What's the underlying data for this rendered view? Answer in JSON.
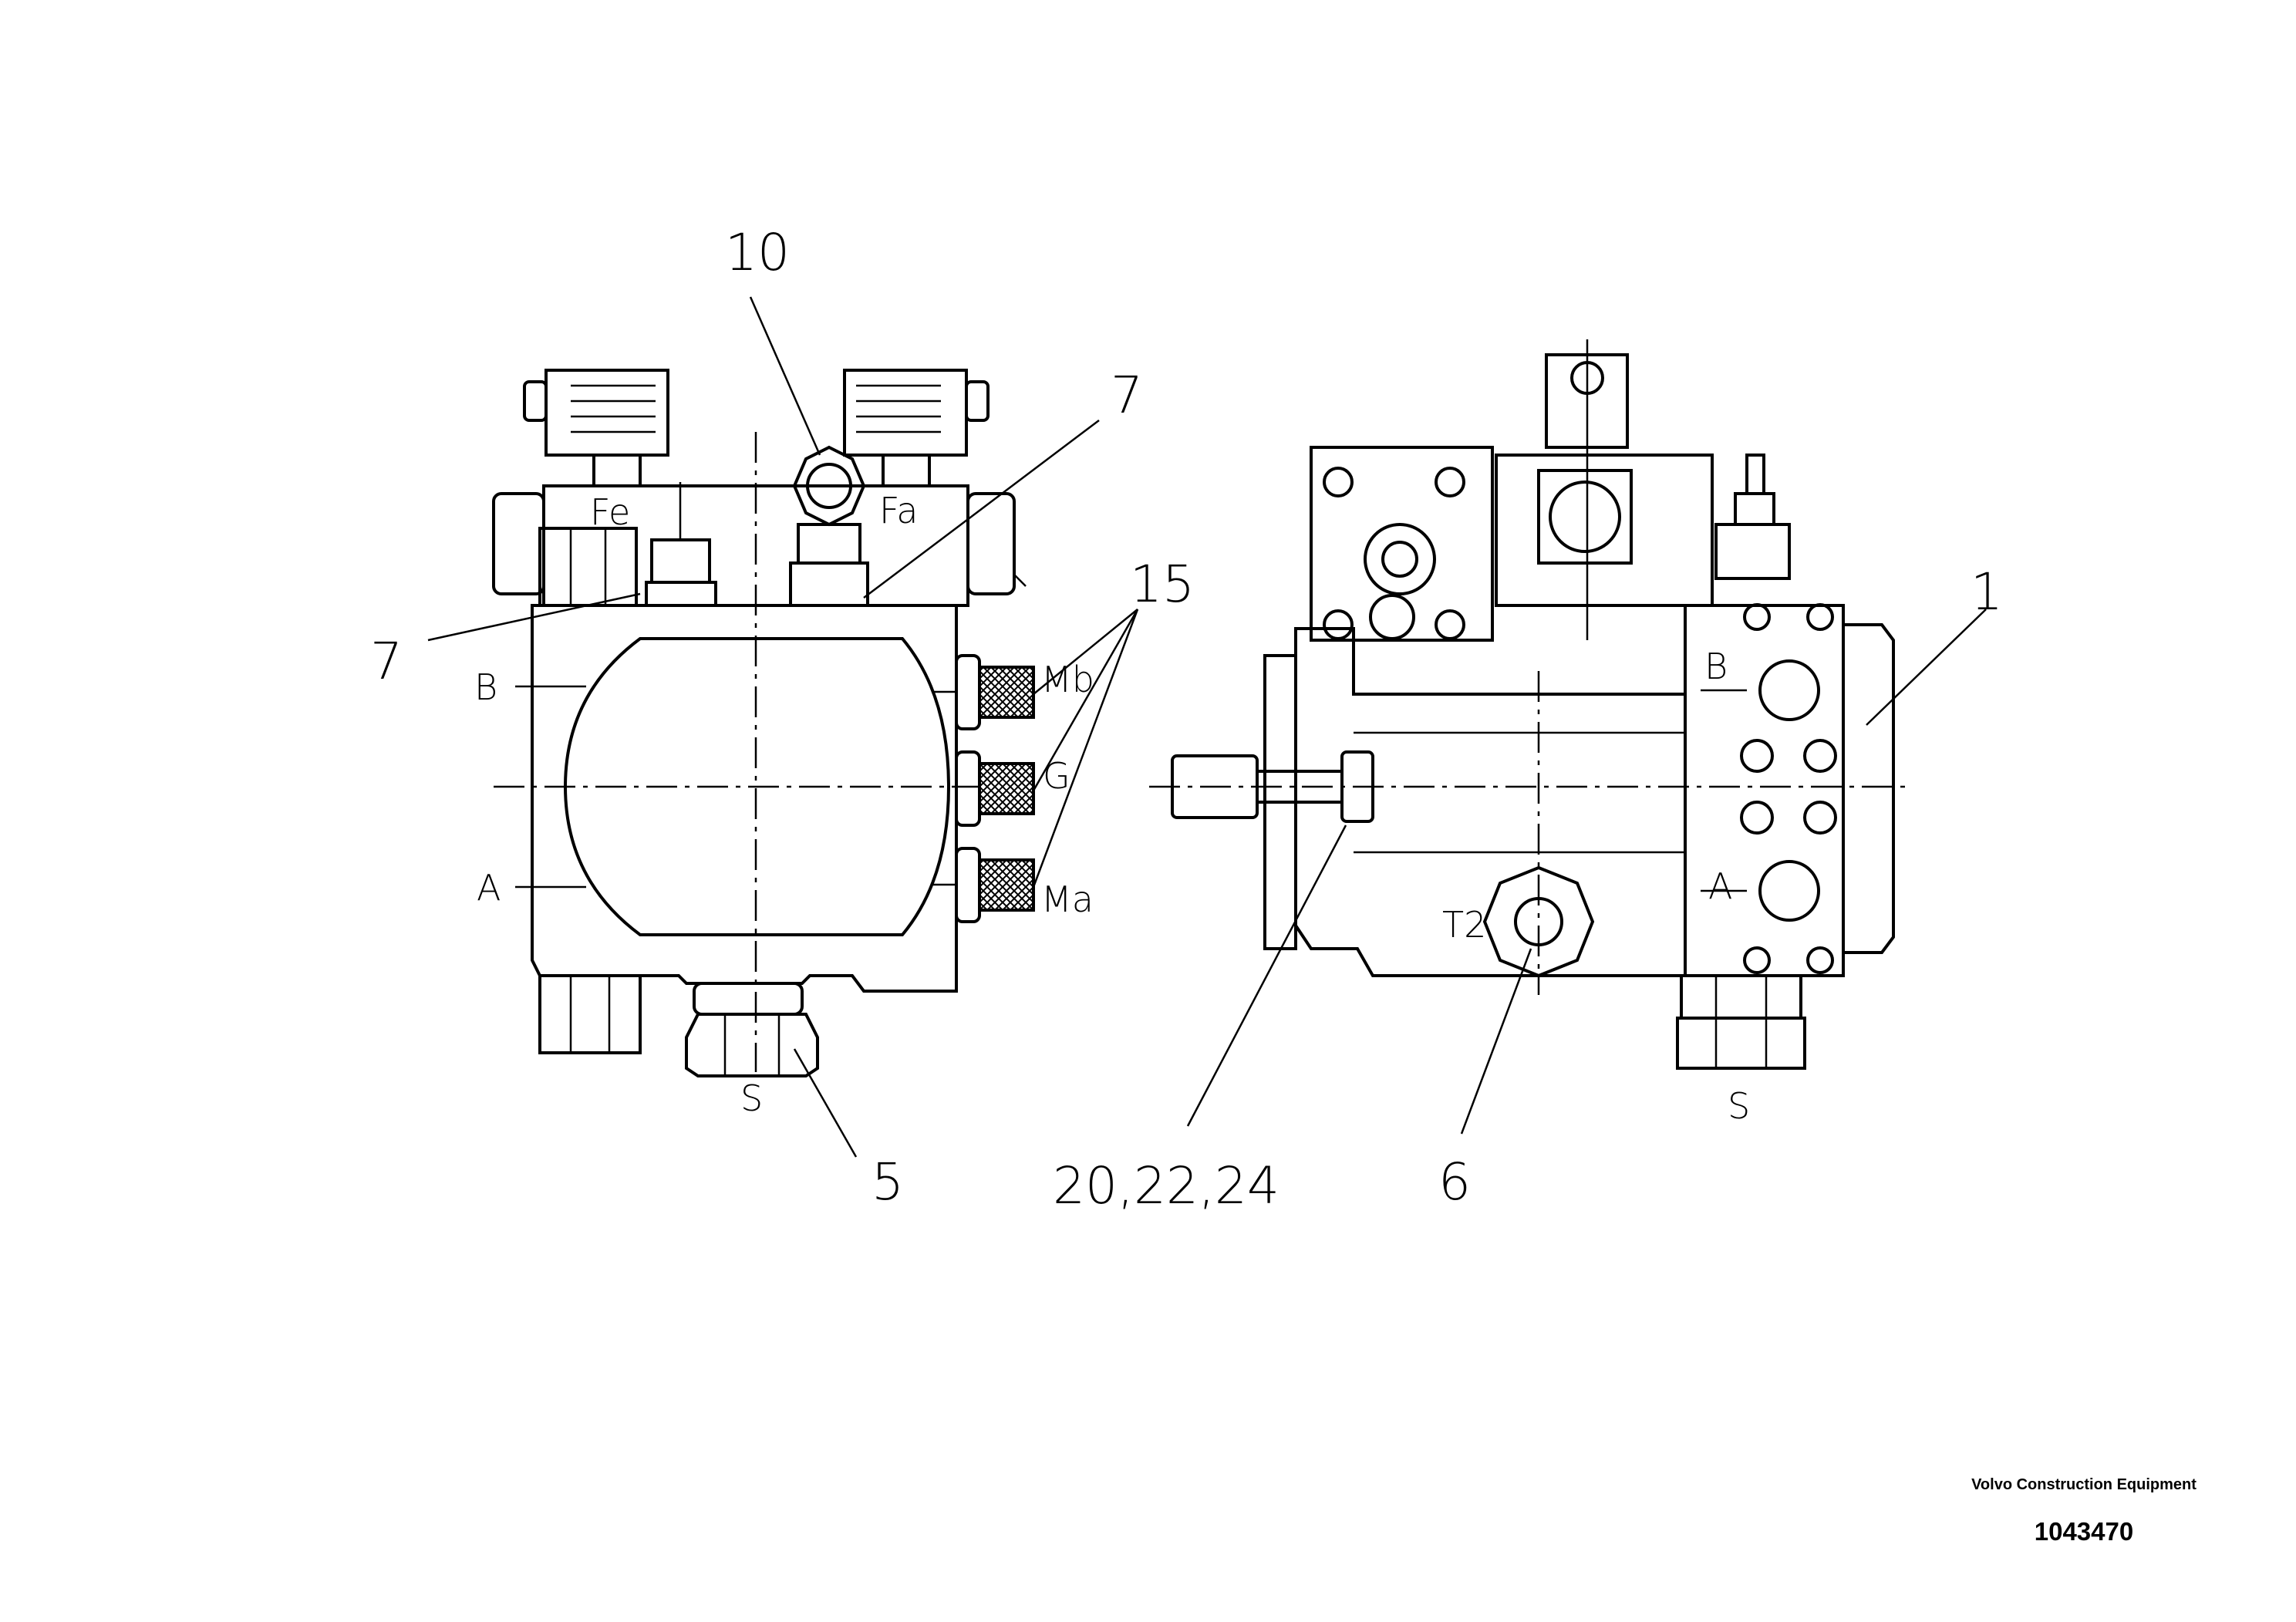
{
  "callouts": {
    "c10": "10",
    "c7a": "7",
    "c7b": "7",
    "c15": "15",
    "c1": "1",
    "c5": "5",
    "c20": "20,22,24",
    "c6": "6"
  },
  "ports": {
    "fe": "Fe",
    "fa": "Fa",
    "b_left": "B",
    "a_left": "A",
    "mb": "Mb",
    "g": "G",
    "ma": "Ma",
    "s_left": "S",
    "b_right": "B",
    "a_right": "A",
    "t2": "T2",
    "s_right": "S"
  },
  "caption": {
    "company": "Volvo Construction Equipment",
    "drawing_number": "1043470"
  }
}
